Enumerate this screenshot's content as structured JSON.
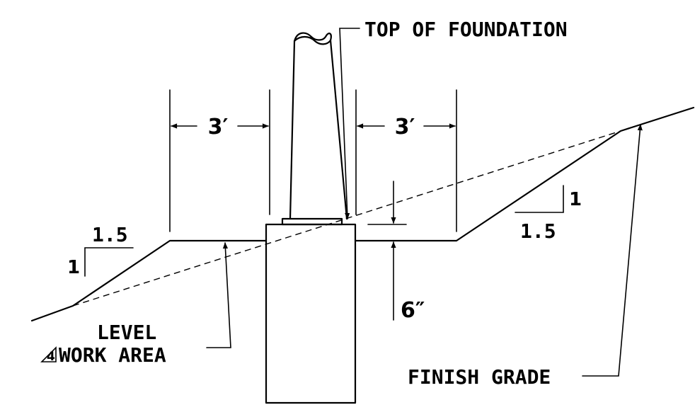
{
  "labels": {
    "top_of_foundation": "TOP OF FOUNDATION",
    "dim_left": "3′",
    "dim_right": "3′",
    "slope_left_run": "1.5",
    "slope_left_rise": "1",
    "slope_right_run": "1.5",
    "slope_right_rise": "1",
    "six_inch": "6″",
    "level_line1": "LEVEL",
    "level_line2": "WORK AREA",
    "note_number": "4",
    "finish_grade": "FINISH GRADE"
  }
}
